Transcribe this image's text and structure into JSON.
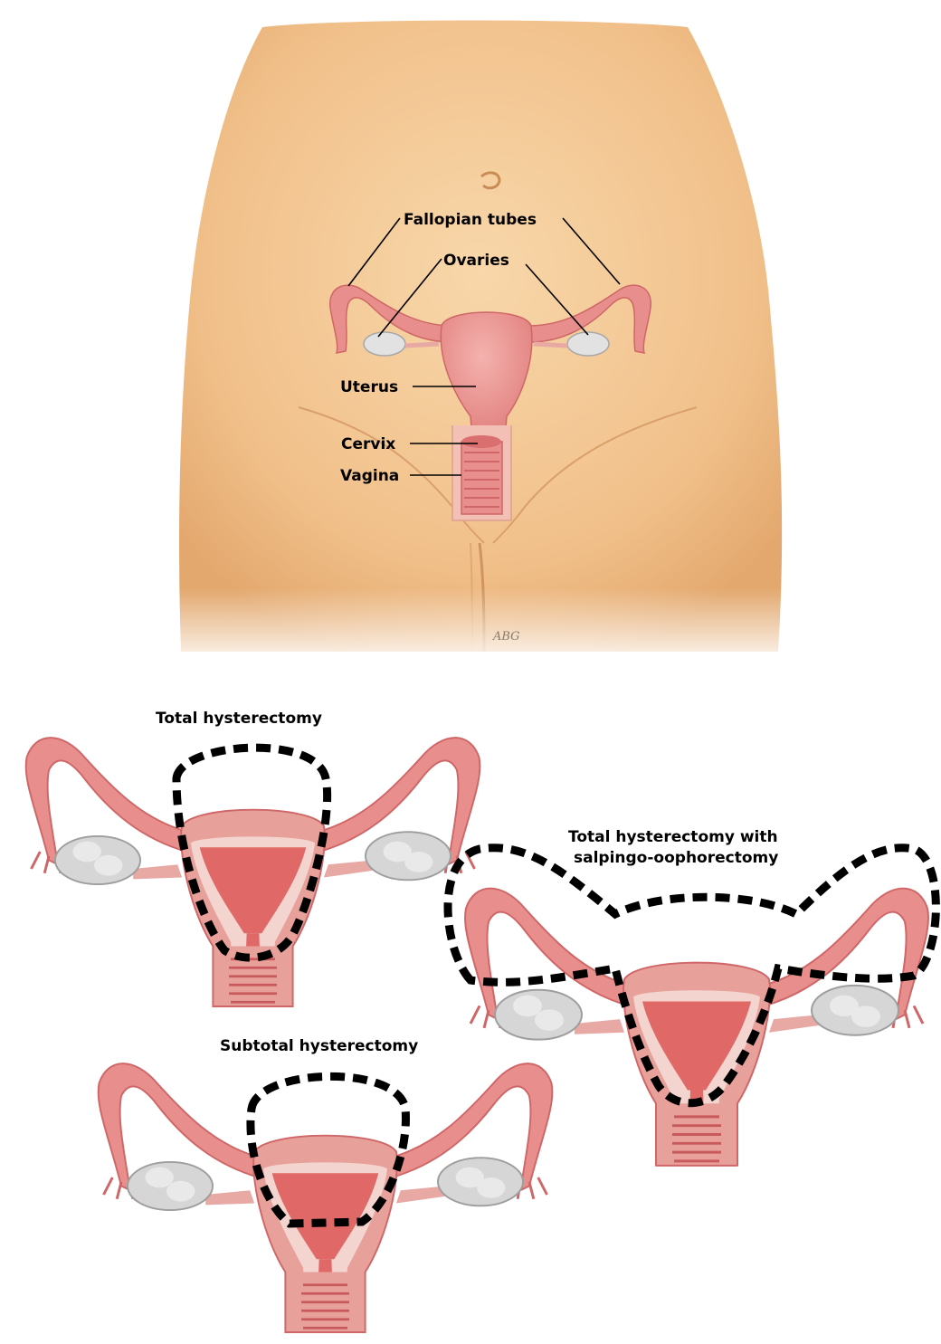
{
  "anatomy": {
    "labels": {
      "fallopian_tubes": "Fallopian tubes",
      "ovaries": "Ovaries",
      "uterus": "Uterus",
      "cervix": "Cervix",
      "vagina": "Vagina"
    },
    "signature": "ABG"
  },
  "panels": {
    "total": {
      "title": "Total hysterectomy"
    },
    "subtotal": {
      "title": "Subtotal hysterectomy"
    },
    "salpingo": {
      "title_line1": "Total hysterectomy with",
      "title_line2": "salpingo-oophorectomy"
    }
  },
  "colors": {
    "skin": "#f4c995",
    "skin_shadow": "#e0aa72",
    "organ": "#e88f8d",
    "organ_dark": "#cf6667",
    "organ_inner": "#ec7d7b",
    "ovary": "#dcdcdc",
    "dash": "#000000"
  }
}
